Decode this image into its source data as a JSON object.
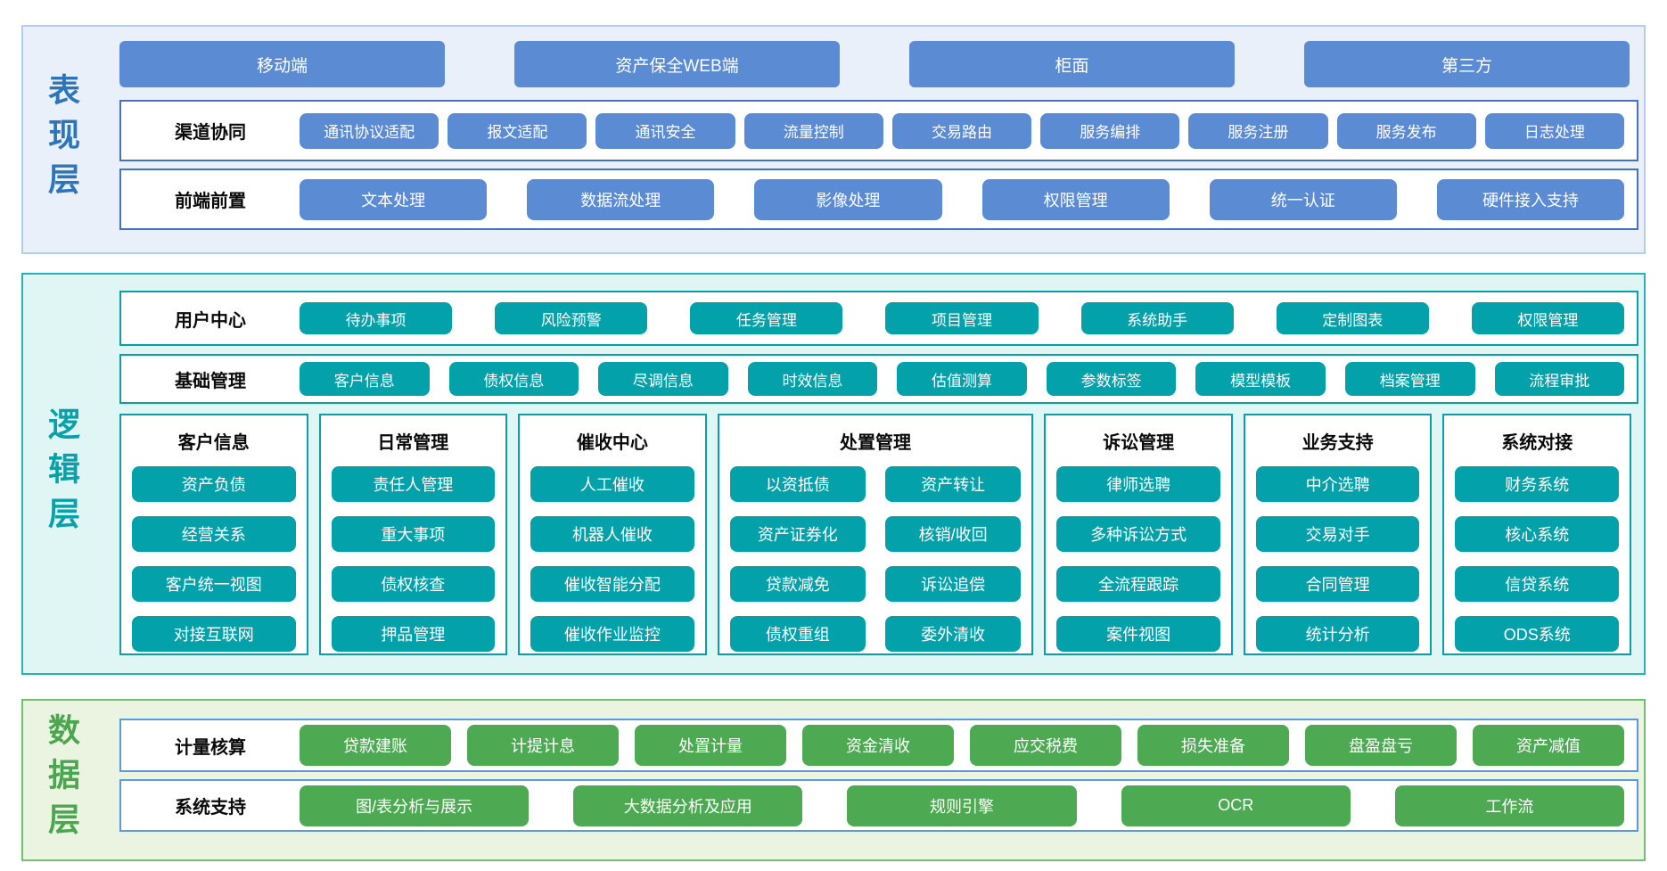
{
  "colors": {
    "presentation_accent": "#5B8BD3",
    "logic_accent": "#03A1A9",
    "data_accent": "#4EA953",
    "presentation_bg": "#E9F0FA",
    "logic_bg": "#E0F6F4",
    "data_bg": "#EBF4E1"
  },
  "layers": {
    "presentation": {
      "label": "表现层",
      "terminals": [
        "移动端",
        "资产保全WEB端",
        "柜面",
        "第三方"
      ],
      "rows": [
        {
          "title": "渠道协同",
          "items": [
            "通讯协议适配",
            "报文适配",
            "通讯安全",
            "流量控制",
            "交易路由",
            "服务编排",
            "服务注册",
            "服务发布",
            "日志处理"
          ]
        },
        {
          "title": "前端前置",
          "items": [
            "文本处理",
            "数据流处理",
            "影像处理",
            "权限管理",
            "统一认证",
            "硬件接入支持"
          ]
        }
      ]
    },
    "logic": {
      "label": "逻辑层",
      "rows": [
        {
          "title": "用户中心",
          "items": [
            "待办事项",
            "风险预警",
            "任务管理",
            "项目管理",
            "系统助手",
            "定制图表",
            "权限管理"
          ]
        },
        {
          "title": "基础管理",
          "items": [
            "客户信息",
            "债权信息",
            "尽调信息",
            "时效信息",
            "估值测算",
            "参数标签",
            "模型模板",
            "档案管理",
            "流程审批"
          ]
        }
      ],
      "groups": [
        {
          "title": "客户信息",
          "items": [
            "资产负债",
            "经营关系",
            "客户统一视图",
            "对接互联网"
          ]
        },
        {
          "title": "日常管理",
          "items": [
            "责任人管理",
            "重大事项",
            "债权核查",
            "押品管理"
          ]
        },
        {
          "title": "催收中心",
          "items": [
            "人工催收",
            "机器人催收",
            "催收智能分配",
            "催收作业监控"
          ]
        },
        {
          "title": "处置管理",
          "items": [
            "以资抵债",
            "资产转让",
            "资产证券化",
            "核销/收回",
            "贷款减免",
            "诉讼追偿",
            "债权重组",
            "委外清收"
          ]
        },
        {
          "title": "诉讼管理",
          "items": [
            "律师选聘",
            "多种诉讼方式",
            "全流程跟踪",
            "案件视图"
          ]
        },
        {
          "title": "业务支持",
          "items": [
            "中介选聘",
            "交易对手",
            "合同管理",
            "统计分析"
          ]
        },
        {
          "title": "系统对接",
          "items": [
            "财务系统",
            "核心系统",
            "信贷系统",
            "ODS系统"
          ]
        }
      ]
    },
    "data": {
      "label": "数据层",
      "rows": [
        {
          "title": "计量核算",
          "items": [
            "贷款建账",
            "计提计息",
            "处置计量",
            "资金清收",
            "应交税费",
            "损失准备",
            "盘盈盘亏",
            "资产减值"
          ]
        },
        {
          "title": "系统支持",
          "items": [
            "图/表分析与展示",
            "大数据分析及应用",
            "规则引擎",
            "OCR",
            "工作流"
          ]
        }
      ]
    }
  }
}
